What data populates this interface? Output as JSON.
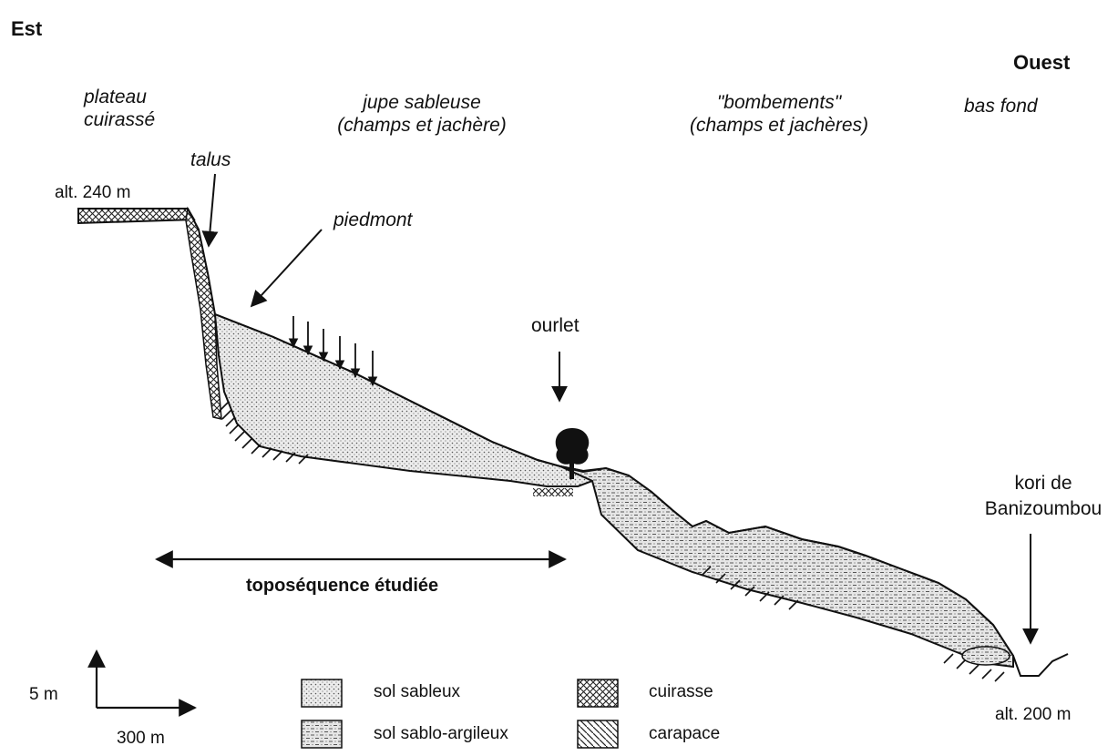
{
  "directions": {
    "east": "Est",
    "west": "Ouest"
  },
  "zones": {
    "plateau_line1": "plateau",
    "plateau_line2": "cuirassé",
    "talus": "talus",
    "jupe_line1": "jupe sableuse",
    "jupe_line2": "(champs et jachère)",
    "bombements_line1": "\"bombements\"",
    "bombements_line2": "(champs et jachères)",
    "bas_fond": "bas fond",
    "piedmont": "piedmont",
    "ourlet": "ourlet",
    "kori_line1": "kori de",
    "kori_line2": "Banizoumbou"
  },
  "altitudes": {
    "top": "alt. 240 m",
    "bottom": "alt. 200 m"
  },
  "toposequence": "toposéquence étudiée",
  "scale": {
    "vertical": "5 m",
    "horizontal": "300 m"
  },
  "legend": {
    "sol_sableux": "sol sableux",
    "sol_sablo_argileux": "sol sablo-argileux",
    "cuirasse": "cuirasse",
    "carapace": "carapace"
  }
}
